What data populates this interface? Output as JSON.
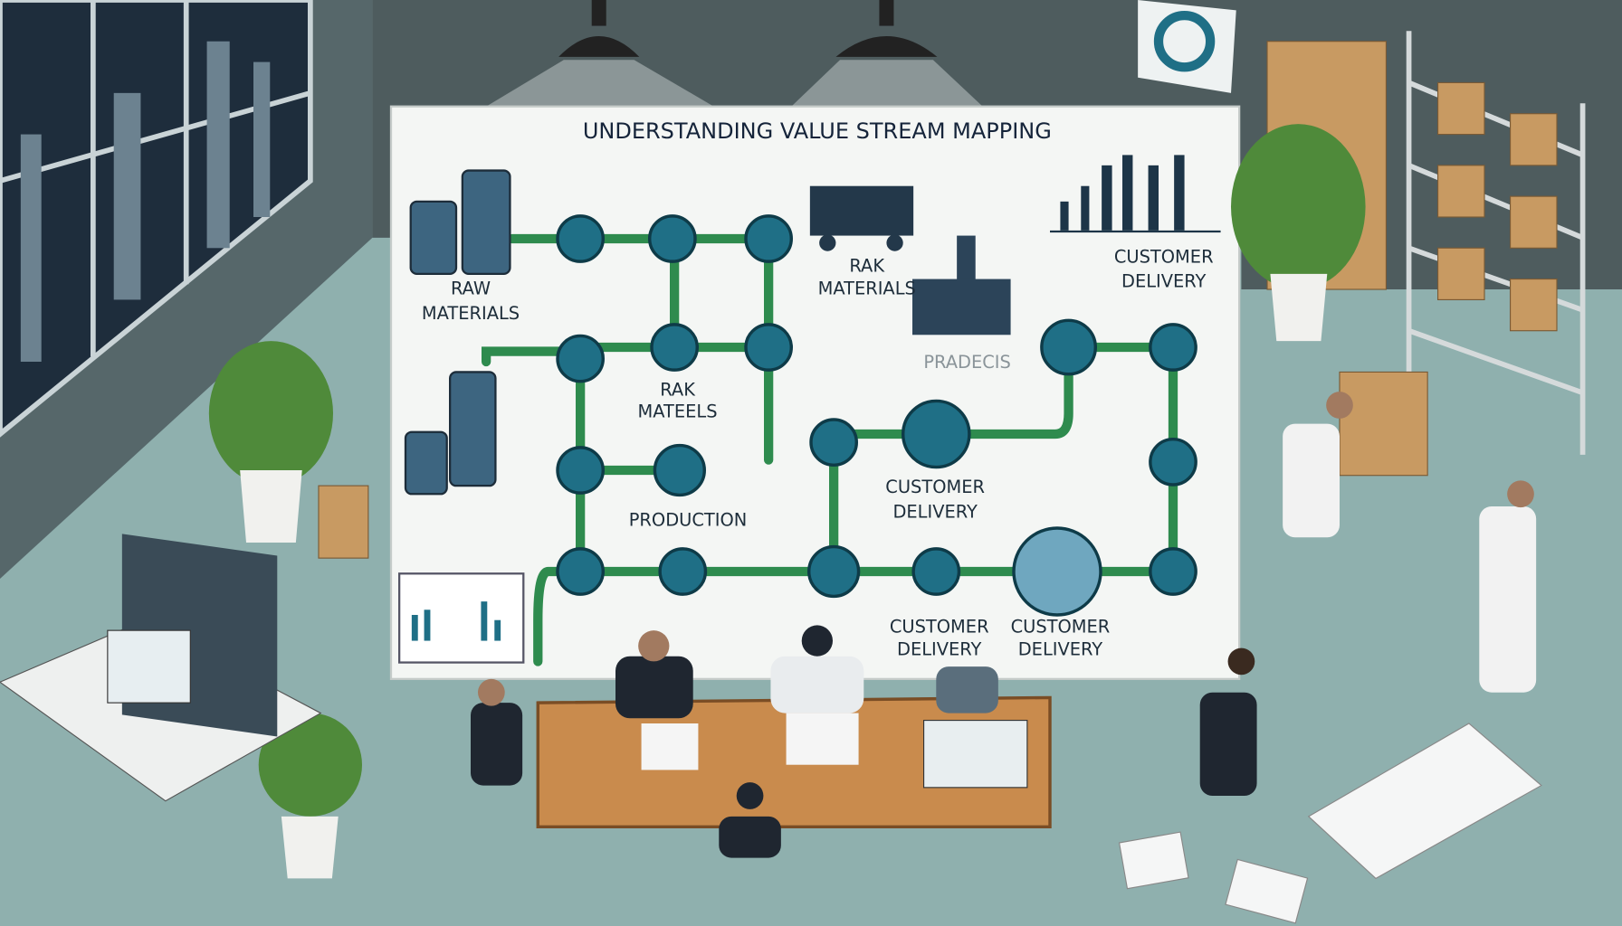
{
  "board": {
    "title": "UNDERSTANDING VALUE STREAM MAPPING",
    "labels": {
      "raw_materials": [
        "RAW",
        "MATERIALS"
      ],
      "rak_materials": [
        "RAK",
        "MATERIALS"
      ],
      "pradecis": "PRADECIS",
      "rak_mateels": [
        "RAK",
        "MATEELS"
      ],
      "production": "PRODUCTION",
      "customer_delivery_top": [
        "CUSTOMER",
        "DELIVERY"
      ],
      "customer_delivery_mid": [
        "CUSTOMER",
        "DELIVERY"
      ],
      "customer_delivery_bottom_1": [
        "CUSTOMER",
        "DELIVERY"
      ],
      "customer_delivery_bottom_2": [
        "CUSTOMER",
        "DELIVERY"
      ]
    }
  },
  "colors": {
    "node": "#1f6f86",
    "pipe": "#2e8b4e",
    "floor": "#8fb0ae",
    "wall": "#4e5c5e",
    "board": "#f4f6f4"
  }
}
